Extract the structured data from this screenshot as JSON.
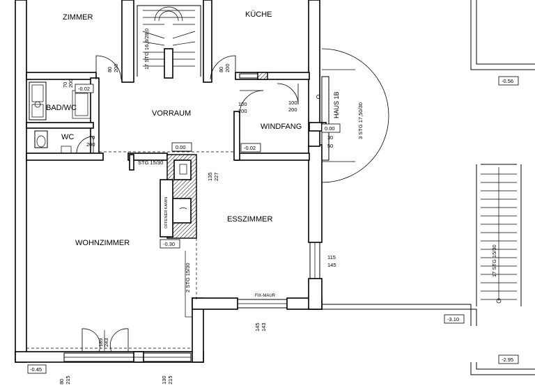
{
  "rooms": {
    "zimmer": "ZIMMER",
    "kueche": "KÜCHE",
    "vorraum": "VORRAUM",
    "bad": "BAD/WC",
    "wc": "WC",
    "windfang": "WINDFANG",
    "wohnzimmer": "WOHNZIMMER",
    "esszimmer": "ESSZIMMER"
  },
  "levels": {
    "bad": "-0.02",
    "windfang_step": "0.00",
    "windfang": "-0.02",
    "vorraum": "0.00",
    "wohnzimmer_kamin": "-0.30",
    "terrace_top": "-0.56",
    "terrace_mid": "-3.10",
    "terrace_low": "-2.95",
    "wohnzimmer": "-0.45"
  },
  "dimensions": {
    "zimmer_door_w": "80",
    "zimmer_door_h": "200",
    "kueche_door_w": "80",
    "kueche_door_h": "200",
    "bad_door_w": "70",
    "bad_door_h": "200",
    "wc_door_w": "70",
    "wc_door_h": "200",
    "vorraum_door_w": "100",
    "vorraum_door_h": "200",
    "windfang_door_w": "100",
    "windfang_door_h": "200",
    "windfang_step_a": "30",
    "windfang_step_b": "50",
    "kamin_a": "135",
    "kamin_b": "227",
    "ess_window_w": "115",
    "ess_window_h": "145",
    "ess_bottom_w": "145",
    "ess_bottom_h": "143",
    "wohn_door_w": "189",
    "wohn_door_h": "243",
    "wohn_left_w": "80",
    "wohn_left_h": "215",
    "wohn_right_w": "130",
    "wohn_right_h": "215"
  },
  "labels": {
    "stair_main": "17 STG 16,8/28,0",
    "haus": "HAUS 1B",
    "stair_entry": "3 STG 17,50/30",
    "stg_small": "STG 15/30",
    "kamin": "OFFENER KAMIN",
    "stair_wohn": "2 STG 15/30",
    "fixverglasung": "FIX-MAUR",
    "stair_terrace": "17 STG 15/30"
  }
}
